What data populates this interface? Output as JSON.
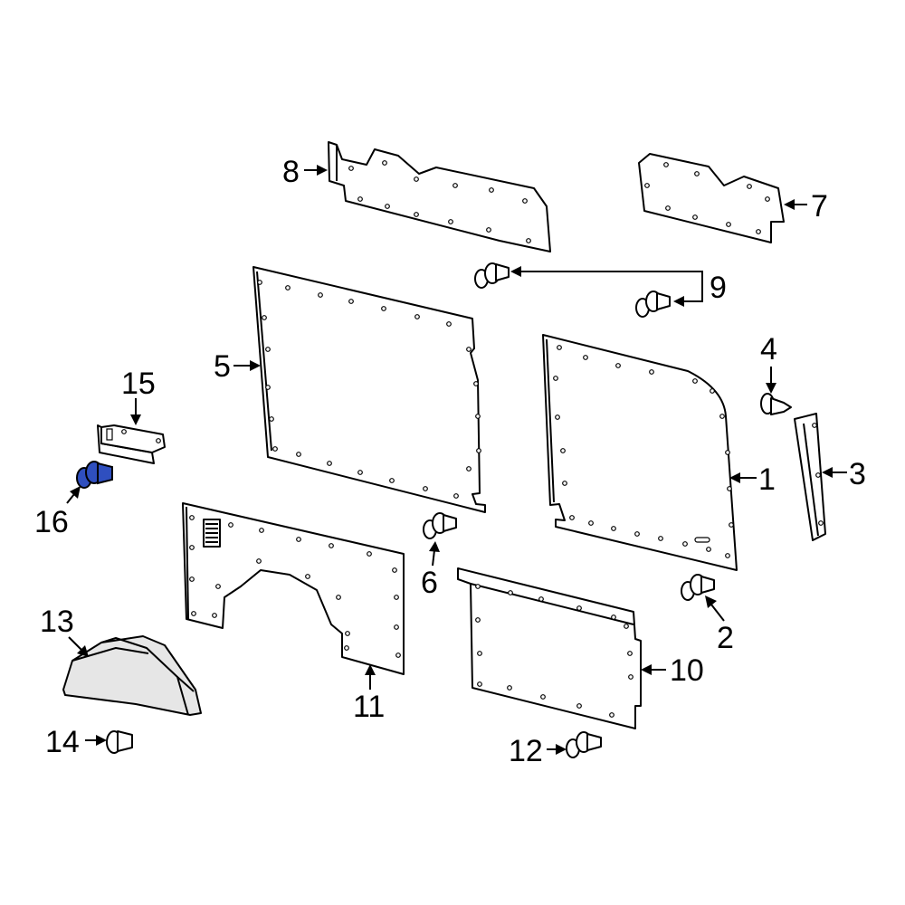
{
  "callouts": {
    "c1": "1",
    "c2": "2",
    "c3": "3",
    "c4": "4",
    "c5": "5",
    "c6": "6",
    "c7": "7",
    "c8": "8",
    "c9": "9",
    "c10": "10",
    "c11": "11",
    "c12": "12",
    "c13": "13",
    "c14": "14",
    "c15": "15",
    "c16": "16"
  },
  "colors": {
    "line": "#000000",
    "background": "#ffffff",
    "highlight": "#2f4fbf"
  },
  "highlighted_part": "16"
}
